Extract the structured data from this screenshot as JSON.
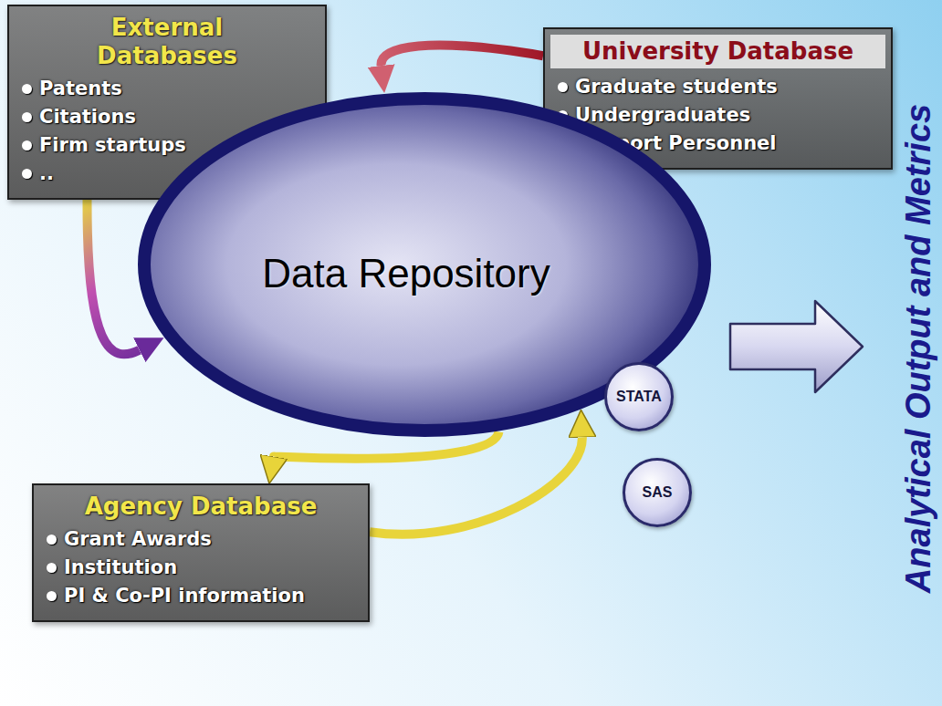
{
  "diagram": {
    "nodes": [
      {
        "text": [
          "External Databases",
          "Patents",
          "Citations",
          "Firm startups",
          ".."
        ]
      },
      {
        "text": [
          "University Database",
          "Graduate students",
          "Undergraduates",
          "Support Personnel"
        ]
      },
      {
        "text": [
          "Data Repository"
        ]
      },
      {
        "text": [
          "STATA"
        ]
      },
      {
        "text": [
          "SAS"
        ]
      },
      {
        "text": [
          "Agency Database",
          "Grant Awards",
          "Institution",
          "PI & Co-PI information"
        ]
      }
    ],
    "edges": [
      {
        "from": 0,
        "to": 2,
        "arrow": "to"
      },
      {
        "from": 1,
        "to": 2,
        "arrow": "to"
      },
      {
        "from": 2,
        "to": 5,
        "arrow": "to"
      },
      {
        "from": 5,
        "to": 2,
        "arrow": "to"
      }
    ],
    "labels": [
      "Analytical Output and Metrics"
    ]
  }
}
